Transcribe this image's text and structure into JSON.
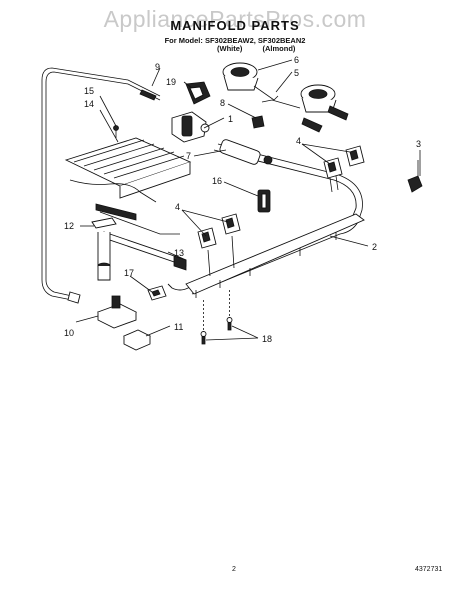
{
  "header": {
    "watermark": "AppliancePartsPros.com",
    "title": "MANIFOLD PARTS",
    "model_line": "For Model: SF302BEAW2, SF302BEAN2",
    "variant_white": "(White)",
    "variant_almond": "(Almond)"
  },
  "callouts": [
    "1",
    "2",
    "3",
    "4",
    "4",
    "5",
    "6",
    "7",
    "8",
    "9",
    "10",
    "11",
    "12",
    "13",
    "14",
    "15",
    "16",
    "17",
    "18",
    "19"
  ],
  "footer": {
    "page_number": "2",
    "document_number": "4372731"
  }
}
